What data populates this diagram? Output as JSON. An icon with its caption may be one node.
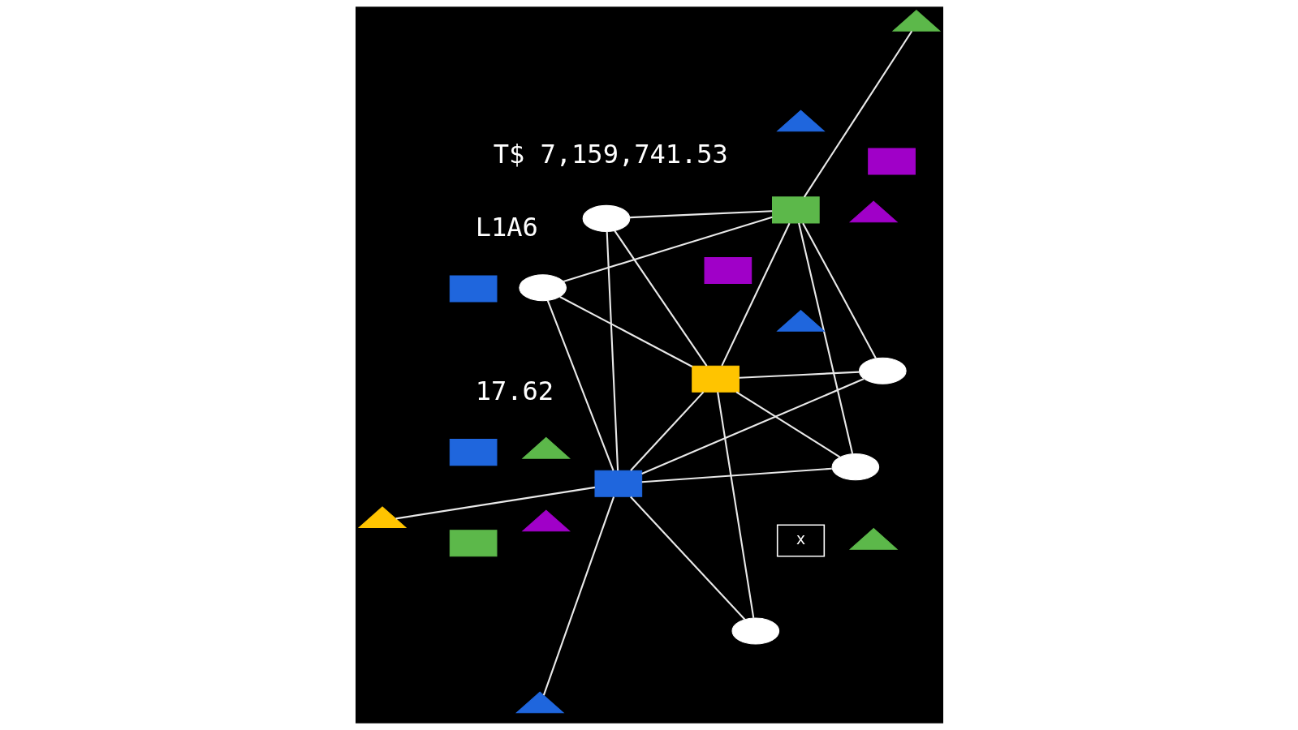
{
  "diagram": {
    "nodes": [
      {
        "text": [
          "x"
        ]
      },
      {
        "text": [],
        "shape": "box"
      },
      {
        "text": [],
        "shape": "ellipse"
      },
      {
        "text": [],
        "shape": "box"
      },
      {
        "text": [],
        "shape": "triangle"
      },
      {
        "text": [],
        "shape": "triangle"
      },
      {
        "text": [],
        "shape": "triangle"
      },
      {
        "text": [],
        "shape": "triangle"
      },
      {
        "text": [],
        "shape": "ellipse"
      },
      {
        "text": [],
        "shape": "triangle"
      },
      {
        "text": [],
        "shape": "box"
      },
      {
        "text": [],
        "shape": "triangle"
      },
      {
        "text": [],
        "shape": "triangle"
      },
      {
        "text": [],
        "shape": "ellipse"
      },
      {
        "text": [],
        "shape": "box"
      },
      {
        "text": [],
        "shape": "triangle"
      },
      {
        "text": [],
        "shape": "box"
      },
      {
        "text": [],
        "shape": "ellipse"
      },
      {
        "text": [],
        "shape": "box"
      },
      {
        "text": [],
        "shape": "ellipse"
      },
      {
        "text": [],
        "shape": "box"
      },
      {
        "text": [],
        "shape": "box"
      },
      {
        "text": [],
        "shape": "triangle"
      }
    ],
    "edges": [
      {
        "from": 1,
        "to": 2,
        "arrow": "none"
      },
      {
        "from": 1,
        "to": 8,
        "arrow": "none"
      },
      {
        "from": 1,
        "to": 13,
        "arrow": "none"
      },
      {
        "from": 1,
        "to": 11,
        "arrow": "none"
      },
      {
        "from": 1,
        "to": 14,
        "arrow": "none"
      },
      {
        "from": 1,
        "to": 17,
        "arrow": "none"
      },
      {
        "from": 2,
        "to": 14,
        "arrow": "none"
      },
      {
        "from": 2,
        "to": 10,
        "arrow": "none"
      },
      {
        "from": 8,
        "to": 10,
        "arrow": "none"
      },
      {
        "from": 8,
        "to": 14,
        "arrow": "none"
      },
      {
        "from": 10,
        "to": 9,
        "arrow": "none"
      },
      {
        "from": 10,
        "to": 5,
        "arrow": "none"
      },
      {
        "from": 10,
        "to": 13,
        "arrow": "none"
      },
      {
        "from": 10,
        "to": 14,
        "arrow": "none"
      },
      {
        "from": 10,
        "to": 19,
        "arrow": "none"
      },
      {
        "from": 10,
        "to": 17,
        "arrow": "none"
      },
      {
        "from": 13,
        "to": 14,
        "arrow": "none"
      },
      {
        "from": 14,
        "to": 17,
        "arrow": "none"
      },
      {
        "from": 14,
        "to": 19,
        "arrow": "none"
      }
    ],
    "labels": [
      "17.62",
      "T$ 7,159,741.53",
      "L1A6"
    ]
  }
}
